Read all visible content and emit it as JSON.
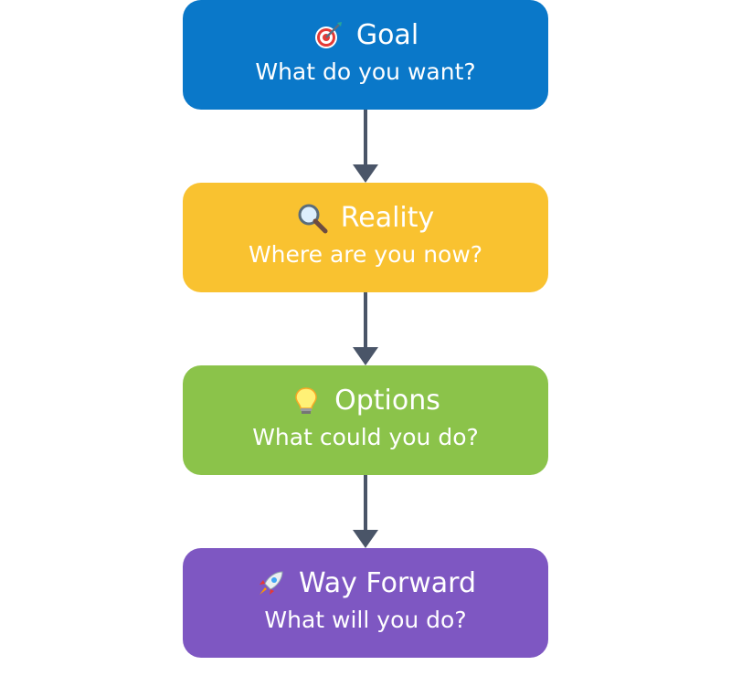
{
  "diagram": {
    "nodes": [
      {
        "title": "Goal",
        "subtitle": "What do you want?",
        "icon": "target-icon",
        "color": "#0A78C9"
      },
      {
        "title": "Reality",
        "subtitle": "Where are you now?",
        "icon": "magnifying-glass-icon",
        "color": "#F9C230"
      },
      {
        "title": "Options",
        "subtitle": "What could you do?",
        "icon": "light-bulb-icon",
        "color": "#8BC34A"
      },
      {
        "title": "Way Forward",
        "subtitle": "What will you do?",
        "icon": "rocket-icon",
        "color": "#7E57C2"
      }
    ],
    "connector_color": "#4A5568"
  }
}
